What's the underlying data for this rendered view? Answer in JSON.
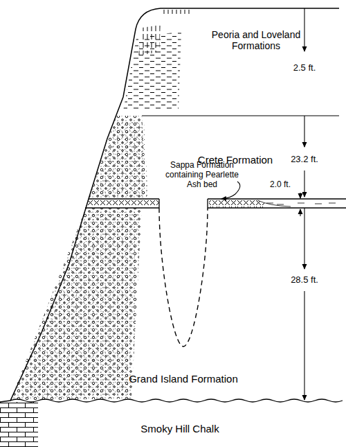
{
  "diagram": {
    "labels": [
      "Peoria and Loveland Formations",
      "2.5 ft.",
      "Crete Formation",
      "23.2 ft.",
      "Sappa Formation containing Pearlette Ash bed",
      "2.0 ft.",
      "28.5 ft.",
      "Grand Island Formation",
      "Smoky Hill Chalk"
    ]
  }
}
